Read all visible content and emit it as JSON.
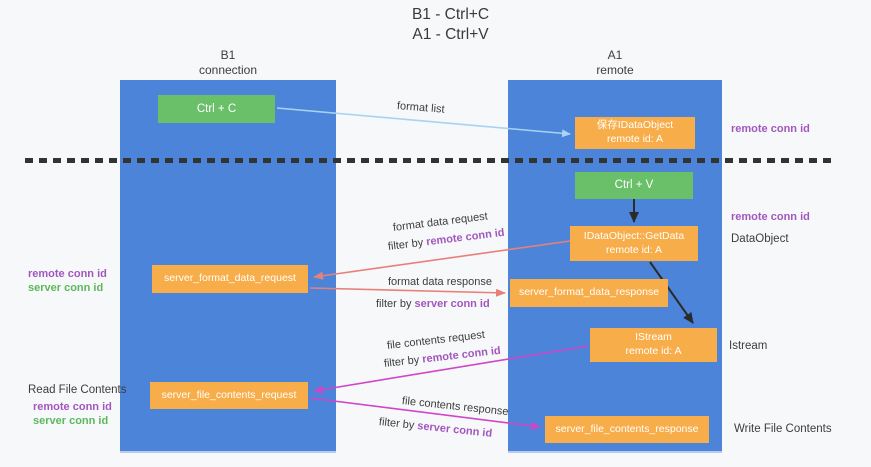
{
  "title": {
    "line1": "B1 - Ctrl+C",
    "line2": "A1 - Ctrl+V"
  },
  "lanes": {
    "left": {
      "title": "B1",
      "subtitle": "connection"
    },
    "right": {
      "title": "A1",
      "subtitle": "remote"
    }
  },
  "boxes": {
    "ctrl_c": {
      "label": "Ctrl + C"
    },
    "save_dataobject": {
      "line1": "保存IDataObject",
      "line2": "remote id: A"
    },
    "ctrl_v": {
      "label": "Ctrl + V"
    },
    "getdata": {
      "line1": "IDataObject::GetData",
      "line2": "remote id: A"
    },
    "format_request": {
      "label": "server_format_data_request"
    },
    "format_response": {
      "label": "server_format_data_response"
    },
    "istream": {
      "line1": "IStream",
      "line2": "remote id: A"
    },
    "file_request": {
      "label": "server_file_contents_request"
    },
    "file_response": {
      "label": "server_file_contents_response"
    }
  },
  "arrows": {
    "format_list": {
      "label": "format list"
    },
    "format_request": {
      "label": "format data request",
      "filter_prefix": "filter by ",
      "filter_key": "remote conn id"
    },
    "format_response": {
      "label": "format data response",
      "filter_prefix": "filter by ",
      "filter_key": "server conn id"
    },
    "file_request": {
      "label": "file contents request",
      "filter_prefix": "filter by ",
      "filter_key": "remote conn id"
    },
    "file_response": {
      "label": "file contents response",
      "filter_prefix": "filter by ",
      "filter_key": "server conn id"
    }
  },
  "left_labels": {
    "format": {
      "remote": "remote conn id",
      "server": "server conn id"
    },
    "file": {
      "title": "Read File Contents",
      "remote": "remote conn id",
      "server": "server conn id"
    }
  },
  "right_labels": {
    "top": "remote conn id",
    "below_dash": "remote conn id",
    "dataobject": "DataObject",
    "istream": "Istream",
    "write": "Write File Contents"
  },
  "colors": {
    "lane_blue": "#4b84d8",
    "box_green": "#6abf69",
    "box_orange": "#f7ad49",
    "arrow_blue": "#a9d3f2",
    "arrow_salmon": "#e8807a",
    "arrow_magenta": "#cf46c8",
    "text_purple": "#a257bf",
    "text_green": "#5cb85c"
  }
}
